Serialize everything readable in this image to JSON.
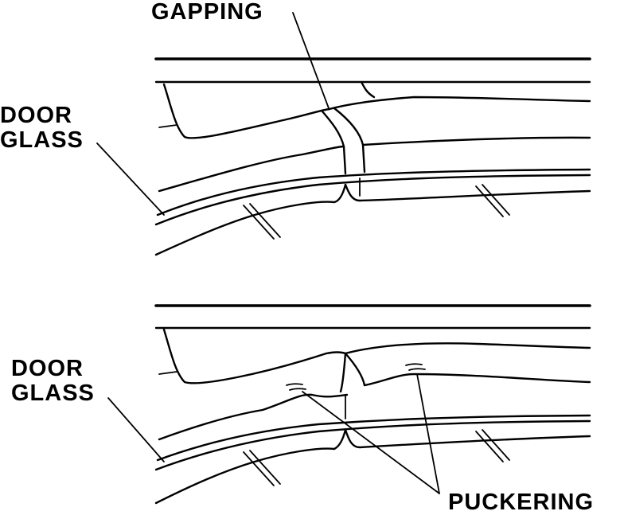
{
  "labels": {
    "gapping": "GAPPING",
    "door_glass_top": [
      "DOOR",
      "GLASS"
    ],
    "door_glass_bottom": [
      "DOOR",
      "GLASS"
    ],
    "puckering": "PUCKERING"
  },
  "colors": {
    "line": "#000000",
    "background": "#ffffff"
  }
}
